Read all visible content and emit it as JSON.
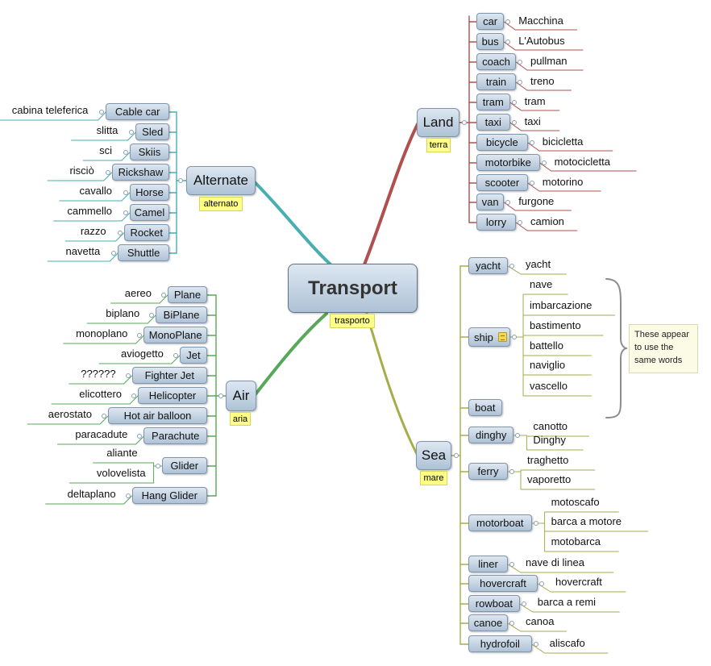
{
  "central": {
    "label": "Transport",
    "note": "trasporto"
  },
  "land": {
    "label": "Land",
    "note": "terra",
    "color": "#b0504e",
    "items": [
      {
        "label": "car",
        "text": "Macchina"
      },
      {
        "label": "bus",
        "text": "L'Autobus"
      },
      {
        "label": "coach",
        "text": "pullman"
      },
      {
        "label": "train",
        "text": "treno"
      },
      {
        "label": "tram",
        "text": "tram"
      },
      {
        "label": "taxi",
        "text": "taxi"
      },
      {
        "label": "bicycle",
        "text": "bicicletta"
      },
      {
        "label": "motorbike",
        "text": "motocicletta"
      },
      {
        "label": "scooter",
        "text": "motorino"
      },
      {
        "label": "van",
        "text": "furgone"
      },
      {
        "label": "lorry",
        "text": "camion"
      }
    ]
  },
  "alternate": {
    "label": "Alternate",
    "note": "alternato",
    "color": "#48aeb0",
    "items": [
      {
        "label": "Cable car",
        "text": "cabina teleferica"
      },
      {
        "label": "Sled",
        "text": "slitta"
      },
      {
        "label": "Skiis",
        "text": "sci"
      },
      {
        "label": "Rickshaw",
        "text": "risciò"
      },
      {
        "label": "Horse",
        "text": "cavallo"
      },
      {
        "label": "Camel",
        "text": "cammello"
      },
      {
        "label": "Rocket",
        "text": "razzo"
      },
      {
        "label": "Shuttle",
        "text": "navetta"
      }
    ]
  },
  "air": {
    "label": "Air",
    "note": "aria",
    "color": "#58a85a",
    "items": [
      {
        "label": "Plane",
        "texts": [
          "aereo"
        ]
      },
      {
        "label": "BiPlane",
        "texts": [
          "biplano"
        ]
      },
      {
        "label": "MonoPlane",
        "texts": [
          "monoplano"
        ]
      },
      {
        "label": "Jet",
        "texts": [
          "aviogetto"
        ]
      },
      {
        "label": "Fighter Jet",
        "texts": [
          "??????"
        ]
      },
      {
        "label": "Helicopter",
        "texts": [
          "elicottero"
        ]
      },
      {
        "label": "Hot air balloon",
        "texts": [
          "aerostato"
        ]
      },
      {
        "label": "Parachute",
        "texts": [
          "paracadute"
        ]
      },
      {
        "label": "Glider",
        "texts": [
          "aliante",
          "volovelista"
        ]
      },
      {
        "label": "Hang Glider",
        "texts": [
          "deltaplano"
        ]
      }
    ]
  },
  "sea": {
    "label": "Sea",
    "note": "mare",
    "color": "#a6ad4a",
    "items": [
      {
        "label": "yacht",
        "texts": [
          "yacht"
        ]
      },
      {
        "label": "ship",
        "texts": [
          "nave",
          "imbarcazione",
          "bastimento",
          "battello",
          "naviglio",
          "vascello"
        ]
      },
      {
        "label": "boat",
        "texts": []
      },
      {
        "label": "dinghy",
        "texts": [
          "canotto",
          "Dinghy"
        ]
      },
      {
        "label": "ferry",
        "texts": [
          "traghetto",
          "vaporetto"
        ]
      },
      {
        "label": "motorboat",
        "texts": [
          "motoscafo",
          "barca a motore",
          "motobarca"
        ]
      },
      {
        "label": "liner",
        "texts": [
          "nave di linea"
        ]
      },
      {
        "label": "hovercraft",
        "texts": [
          "hovercraft"
        ]
      },
      {
        "label": "rowboat",
        "texts": [
          "barca a remi"
        ]
      },
      {
        "label": "canoe",
        "texts": [
          "canoa"
        ]
      },
      {
        "label": "hydrofoil",
        "texts": [
          "aliscafo"
        ]
      }
    ],
    "callout": "These appear to use the same words"
  }
}
